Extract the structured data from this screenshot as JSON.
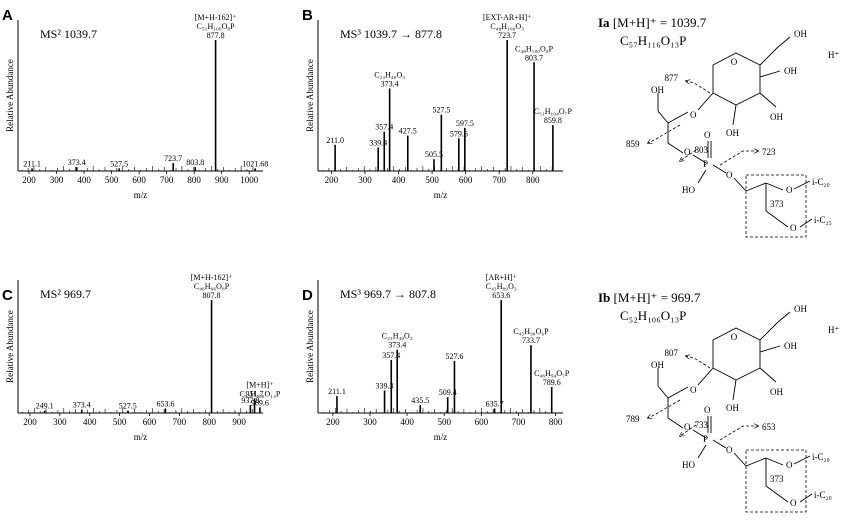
{
  "chart_data": [
    {
      "panel": "A",
      "type": "bar",
      "title": "MS² 1039.7",
      "xlabel": "m/z",
      "ylabel": "Relative Abundance",
      "xlim": [
        160,
        1050
      ],
      "ylim": [
        0,
        100
      ],
      "xticks": [
        200,
        300,
        400,
        500,
        600,
        700,
        800,
        900,
        1000
      ],
      "peaks": [
        {
          "x": 211.1,
          "y": 2,
          "label": "211.1"
        },
        {
          "x": 373.4,
          "y": 3,
          "label": "373.4"
        },
        {
          "x": 527.5,
          "y": 2,
          "label": "527.5"
        },
        {
          "x": 723.7,
          "y": 6,
          "label": "723.7"
        },
        {
          "x": 803.8,
          "y": 3,
          "label": "803.8"
        },
        {
          "x": 877.8,
          "y": 100,
          "label": "877.8",
          "annot": "[M+H-162]⁺",
          "formula": "C₅₁H₁₀₆O₈P"
        },
        {
          "x": 1021.68,
          "y": 2,
          "label": "1021.68"
        }
      ]
    },
    {
      "panel": "B",
      "type": "bar",
      "title": "MS³ 1039.7 → 877.8",
      "xlabel": "m/z",
      "ylabel": "Relative Abundance",
      "xlim": [
        160,
        890
      ],
      "ylim": [
        0,
        100
      ],
      "xticks": [
        200,
        300,
        400,
        500,
        600,
        700,
        800
      ],
      "peaks": [
        {
          "x": 211.0,
          "y": 20,
          "label": "211.0"
        },
        {
          "x": 339.4,
          "y": 18,
          "label": "339.4"
        },
        {
          "x": 357.4,
          "y": 30,
          "label": "357.4"
        },
        {
          "x": 373.4,
          "y": 63,
          "label": "373.4",
          "formula": "C₂₃H₄₉O₃"
        },
        {
          "x": 427.5,
          "y": 27,
          "label": "427.5"
        },
        {
          "x": 505.5,
          "y": 9,
          "label": "505.5"
        },
        {
          "x": 527.5,
          "y": 43,
          "label": "527.5"
        },
        {
          "x": 579.6,
          "y": 25,
          "label": "579.6"
        },
        {
          "x": 597.5,
          "y": 33,
          "label": "597.5"
        },
        {
          "x": 723.7,
          "y": 100,
          "label": "723.7",
          "annot": "[EXT-AR+H]⁺",
          "formula": "C₄₈H₁₀₀O₃"
        },
        {
          "x": 803.7,
          "y": 83,
          "label": "803.7",
          "formula": "C₄₈H₁₀₀O₈P"
        },
        {
          "x": 859.8,
          "y": 35,
          "label": "859.8",
          "formula": "C₅₁H₁₀₄O₇P"
        }
      ]
    },
    {
      "panel": "C",
      "type": "bar",
      "title": "MS² 969.7",
      "xlabel": "m/z",
      "ylabel": "Relative Abundance",
      "xlim": [
        160,
        980
      ],
      "ylim": [
        0,
        100
      ],
      "xticks": [
        200,
        300,
        400,
        500,
        600,
        700,
        800,
        900
      ],
      "peaks": [
        {
          "x": 249.1,
          "y": 2,
          "label": "249.1"
        },
        {
          "x": 373.4,
          "y": 3,
          "label": "373.4"
        },
        {
          "x": 527.5,
          "y": 2,
          "label": "527.5"
        },
        {
          "x": 653.6,
          "y": 4,
          "label": "653.6"
        },
        {
          "x": 807.8,
          "y": 100,
          "label": "807.8",
          "annot": "[M+H-162]⁺",
          "formula": "C₄₆H₉₆O₈P"
        },
        {
          "x": 937.8,
          "y": 7,
          "label": "937.8"
        },
        {
          "x": 951.7,
          "y": 13,
          "label": "951.7"
        },
        {
          "x": 969.6,
          "y": 5,
          "label": "969.6",
          "annot": "[M+H]⁺",
          "formula": "C₅₂H₁₀₆O₁₃P"
        }
      ]
    },
    {
      "panel": "D",
      "type": "bar",
      "title": "MS³ 969.7 → 807.8",
      "xlabel": "m/z",
      "ylabel": "Relative Abundance",
      "xlim": [
        160,
        820
      ],
      "ylim": [
        0,
        100
      ],
      "xticks": [
        200,
        300,
        400,
        500,
        600,
        700,
        800
      ],
      "peaks": [
        {
          "x": 211.1,
          "y": 15,
          "label": "211.1"
        },
        {
          "x": 339.3,
          "y": 20,
          "label": "339.3"
        },
        {
          "x": 357.4,
          "y": 47,
          "label": "357.4"
        },
        {
          "x": 373.4,
          "y": 56,
          "label": "373.4",
          "formula": "C₂₃H₄₉O₃"
        },
        {
          "x": 435.5,
          "y": 7,
          "label": "435.5"
        },
        {
          "x": 509.4,
          "y": 14,
          "label": "509.4"
        },
        {
          "x": 527.6,
          "y": 46,
          "label": "527.6"
        },
        {
          "x": 635.7,
          "y": 4,
          "label": "635.7"
        },
        {
          "x": 653.6,
          "y": 100,
          "label": "653.6",
          "annot": "[AR+H]⁺",
          "formula": "C₄₃H₈₉O₃"
        },
        {
          "x": 733.7,
          "y": 60,
          "label": "733.7",
          "formula": "C₄₃H₉₀O₆P"
        },
        {
          "x": 789.6,
          "y": 23,
          "label": "789.6",
          "formula": "C₄₆H₉₄O₇P"
        }
      ]
    }
  ],
  "structures": [
    {
      "id": "Ia",
      "title_bold": "Ia",
      "title_rest": "[M+H]⁺ = 1039.7",
      "formula": "C₅₇H₁₁₆O₁₃P",
      "h_plus": "H⁺",
      "fragments": [
        "877",
        "859",
        "803",
        "723",
        "373"
      ],
      "labels": [
        "OH",
        "HO",
        "i-C₂₀",
        "i-C₂₅"
      ]
    },
    {
      "id": "Ib",
      "title_bold": "Ib",
      "title_rest": "[M+H]⁺ = 969.7",
      "formula": "C₅₂H₁₀₆O₁₃P",
      "h_plus": "H⁺",
      "fragments": [
        "807",
        "789",
        "733",
        "653",
        "373"
      ],
      "labels": [
        "OH",
        "HO",
        "i-C₂₀",
        "i-C₂₀"
      ]
    }
  ]
}
